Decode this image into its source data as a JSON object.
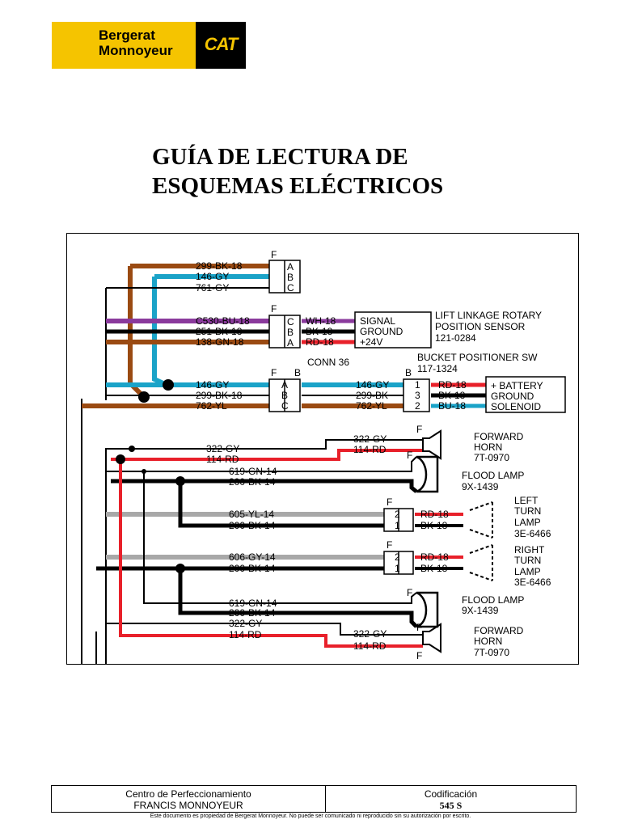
{
  "logo": {
    "line1": "Bergerat",
    "line2": "Monnoyeur",
    "cat": "CAT",
    "colors": {
      "yellow": "#f5c400",
      "black": "#000000"
    }
  },
  "title": {
    "line1": "GUÍA DE LECTURA DE",
    "line2": "ESQUEMAS ELÉCTRICOS"
  },
  "diagram": {
    "wire_colors": {
      "brown": "#9a4a12",
      "blue": "#1aa3c8",
      "purple": "#8a3a9c",
      "black": "#000000",
      "red": "#e8202a",
      "gray": "#a8a8a8"
    },
    "conn_f": "F",
    "conn_b": "B",
    "conn36": "CONN 36",
    "group1": {
      "wires": [
        "299-BK-18",
        "146-GY",
        "761-GY"
      ],
      "pins": [
        "A",
        "B",
        "C"
      ]
    },
    "group2": {
      "wires": [
        "C530-BU-18",
        "251-BK-18",
        "138-GN-18"
      ],
      "pins": [
        "C",
        "B",
        "A"
      ],
      "right_wires": [
        "WH-18",
        "BK-18",
        "RD-18"
      ],
      "box": [
        "SIGNAL",
        "GROUND",
        "+24V"
      ],
      "label1": "LIFT LINKAGE ROTARY",
      "label2": "POSITION SENSOR",
      "part": "121-0284"
    },
    "group3": {
      "wires": [
        "146-GY",
        "299-BK-18",
        "762-YL"
      ],
      "pins": [
        "A",
        "B",
        "C"
      ],
      "mid_wires": [
        "146-GY",
        "299-BK",
        "762-YL"
      ],
      "sw_pins": [
        "1",
        "3",
        "2"
      ],
      "right_wires": [
        "RD-18",
        "BK-18",
        "BU-18"
      ],
      "box": [
        "+ BATTERY",
        "GROUND",
        "SOLENOID"
      ],
      "label": "BUCKET POSITIONER SW",
      "part": "117-1324"
    },
    "horn1": {
      "wires": [
        "322-GY",
        "114-RD"
      ],
      "right_wires": [
        "322-GY",
        "114-RD"
      ],
      "label1": "FORWARD",
      "label2": "HORN",
      "part": "7T-0970"
    },
    "flood1": {
      "wires": [
        "619-GN-14",
        "200-BK-14"
      ],
      "label": "FLOOD LAMP",
      "part": "9X-1439"
    },
    "turn_left": {
      "wires": [
        "605-YL-14",
        "200-BK-14"
      ],
      "pins": [
        "2",
        "1"
      ],
      "right_wires": [
        "RD-18",
        "BK-18"
      ],
      "label1": "LEFT",
      "label2": "TURN",
      "label3": "LAMP",
      "part": "3E-6466"
    },
    "turn_right": {
      "wires": [
        "606-GY-14",
        "200-BK-14"
      ],
      "pins": [
        "2",
        "1"
      ],
      "right_wires": [
        "RD-18",
        "BK-18"
      ],
      "label1": "RIGHT",
      "label2": "TURN",
      "label3": "LAMP",
      "part": "3E-6466"
    },
    "flood2": {
      "wires": [
        "619-GN-14",
        "200-BK-14"
      ],
      "label": "FLOOD LAMP",
      "part": "9X-1439"
    },
    "horn2": {
      "wires": [
        "322-GY",
        "114-RD"
      ],
      "right_wires": [
        "322-GY",
        "114-RD"
      ],
      "label1": "FORWARD",
      "label2": "HORN",
      "part": "7T-0970"
    }
  },
  "footer": {
    "left_line1": "Centro de Perfeccionamiento",
    "left_line2": "FRANCIS MONNOYEUR",
    "right_line1": "Codificación",
    "right_line2": "545 S",
    "disclaimer": "Este documento es propiedad de Bergerat Monnoyeur. No puede ser comunicado ni reproducido sin su autorización por escrito."
  }
}
